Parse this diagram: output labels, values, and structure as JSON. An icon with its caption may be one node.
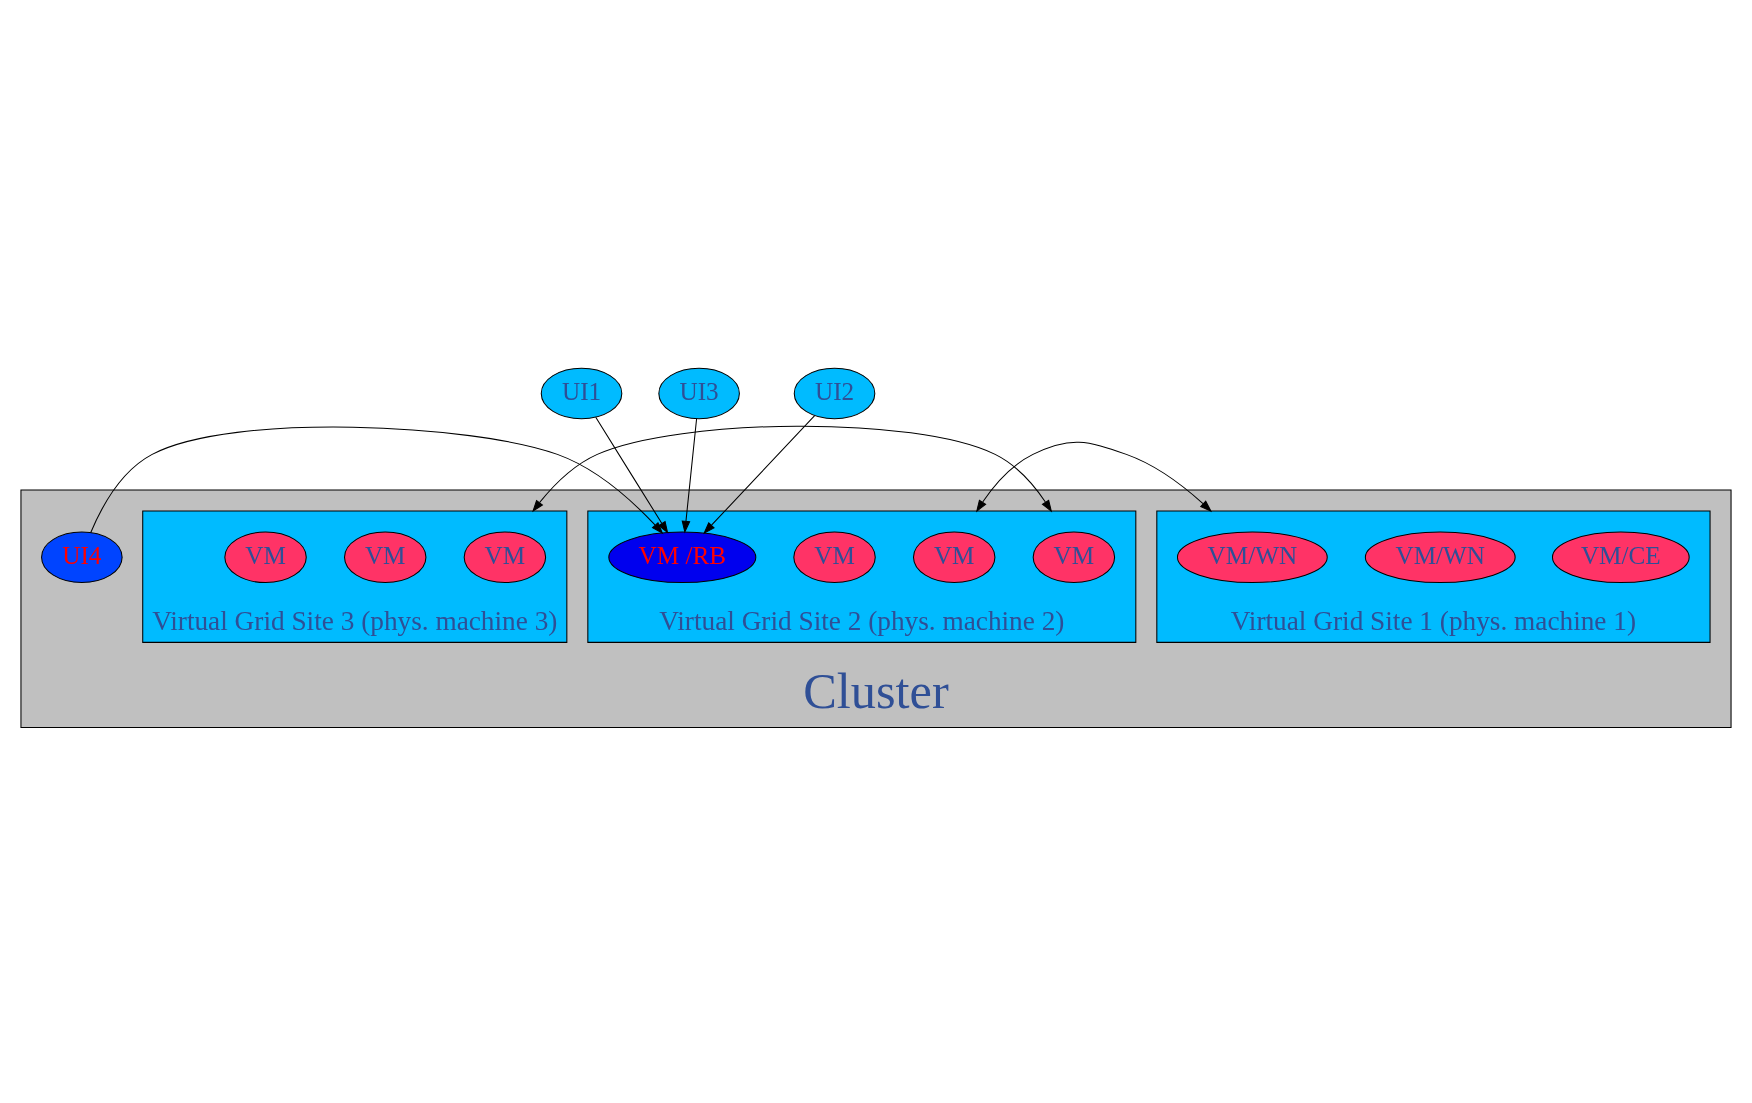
{
  "diagram": {
    "nodes": [
      {
        "text": [
          "UI1"
        ]
      },
      {
        "text": [
          "UI2"
        ]
      },
      {
        "text": [
          "UI3"
        ]
      },
      {
        "text": [
          "Cluster"
        ]
      },
      {
        "text": [
          "Virtual Grid Site 1 (phys. machine 1)"
        ],
        "in": 3
      },
      {
        "text": [
          "VM/CE"
        ],
        "in": 4
      },
      {
        "text": [
          "VM/WN"
        ],
        "in": 4
      },
      {
        "text": [
          "VM/WN"
        ],
        "in": 4
      },
      {
        "text": [
          "Virtual Grid Site 2 (phys. machine 2)"
        ],
        "in": 3
      },
      {
        "text": [
          "VM /RB"
        ],
        "in": 8
      },
      {
        "text": [
          "VM"
        ],
        "in": 8
      },
      {
        "text": [
          "VM"
        ],
        "in": 8
      },
      {
        "text": [
          "VM"
        ],
        "in": 8
      },
      {
        "text": [
          "Virtual Grid Site 3 (phys. machine 3)"
        ],
        "in": 3
      },
      {
        "text": [
          "VM"
        ],
        "in": 13
      },
      {
        "text": [
          "VM"
        ],
        "in": 13
      },
      {
        "text": [
          "VM"
        ],
        "in": 13
      },
      {
        "text": [
          "UI4"
        ],
        "in": 3
      }
    ],
    "edges": [
      {
        "from": 0,
        "to": 9,
        "arrow": "to"
      },
      {
        "from": 1,
        "to": 9,
        "arrow": "to"
      },
      {
        "from": 2,
        "to": 9,
        "arrow": "to"
      },
      {
        "from": 17,
        "to": 9,
        "arrow": "to"
      },
      {
        "from": 4,
        "to": 8,
        "arrow": "both"
      },
      {
        "from": 8,
        "to": 13,
        "arrow": "both"
      }
    ]
  }
}
